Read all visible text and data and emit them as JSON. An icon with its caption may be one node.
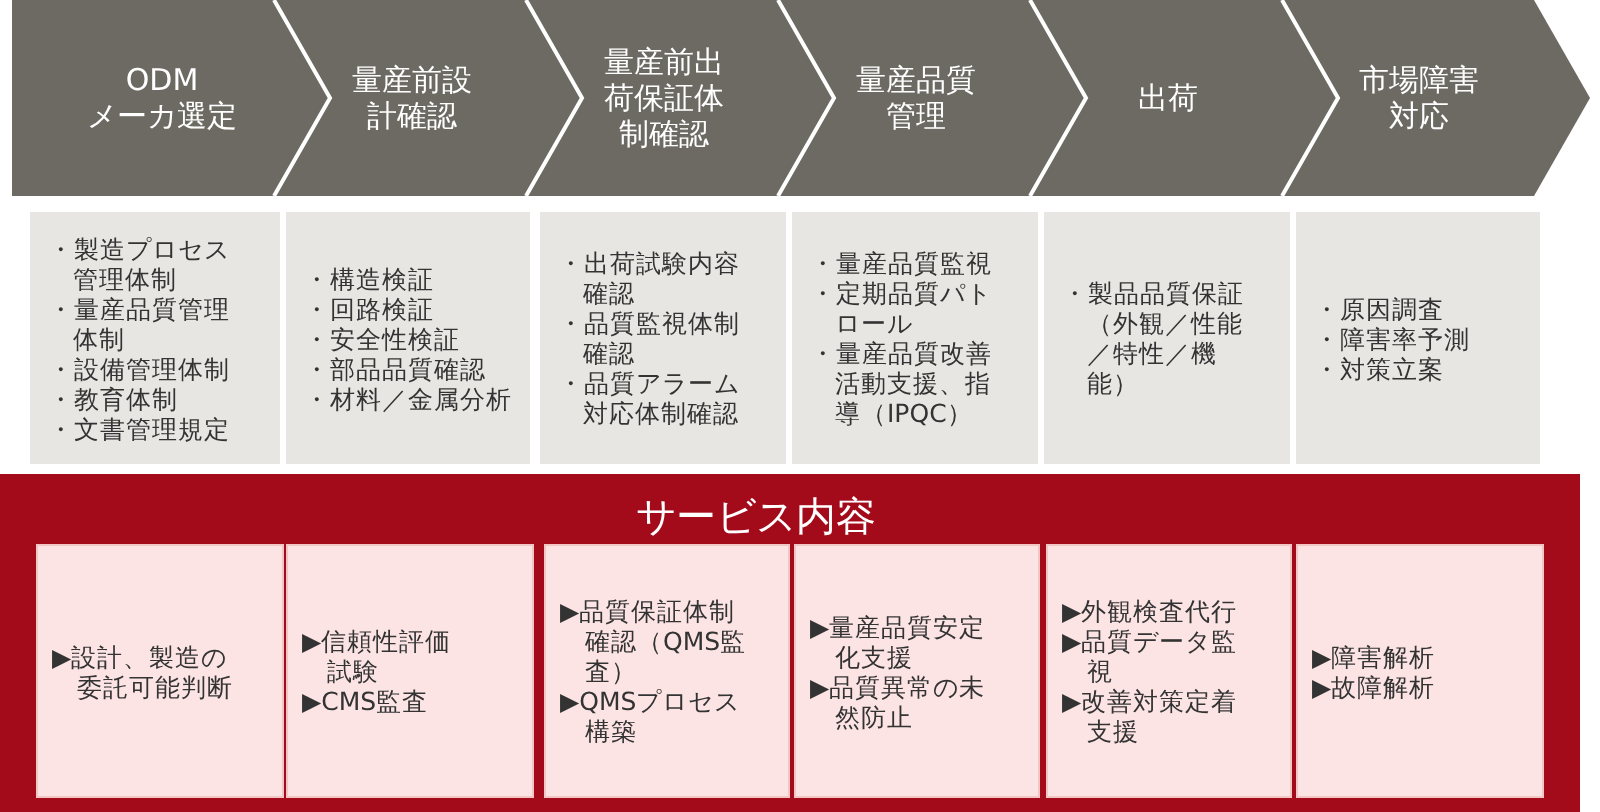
{
  "diagram": {
    "nodes": [
      {
        "text": [
          "ODM メーカ選定"
        ]
      },
      {
        "text": [
          "量産前設計確認"
        ]
      },
      {
        "text": [
          "量産前出荷保証体制確認"
        ]
      },
      {
        "text": [
          "量産品質管理"
        ]
      },
      {
        "text": [
          "出荷"
        ]
      },
      {
        "text": [
          "市場障害対応"
        ]
      },
      {
        "text": [
          "・製造プロセス管理体制",
          "・量産品質管理体制",
          "・設備管理体制",
          "・教育体制",
          "・文書管理規定"
        ]
      },
      {
        "text": [
          "・構造検証",
          "・回路検証",
          "・安全性検証",
          "・部品品質確認",
          "・材料／金属分析"
        ]
      },
      {
        "text": [
          "・出荷試験内容確認",
          "・品質監視体制確認",
          "・品質アラーム対応体制確認"
        ]
      },
      {
        "text": [
          "・量産品質監視",
          "・定期品質パトロール",
          "・量産品質改善活動支援、指導（IPQC）"
        ]
      },
      {
        "text": [
          "・製品品質保証（外観／性能／特性／機能）"
        ]
      },
      {
        "text": [
          "・原因調査",
          "・障害率予測",
          "・対策立案"
        ]
      },
      {
        "text": [
          "サービス内容"
        ]
      },
      {
        "text": [
          "▶設計、製造の委託可能判断"
        ],
        "in": 12
      },
      {
        "text": [
          "▶信頼性評価試験",
          "▶CMS監査"
        ],
        "in": 12
      },
      {
        "text": [
          "▶品質保証体制確認（QMS監査）",
          "▶QMSプロセス構築"
        ],
        "in": 12
      },
      {
        "text": [
          "▶量産品質安定化支援",
          "▶品質異常の未然防止"
        ],
        "in": 12
      },
      {
        "text": [
          "▶外観検査代行",
          "▶品質データ監視",
          "▶改善対策定着支援"
        ],
        "in": 12
      },
      {
        "text": [
          "▶障害解析",
          "▶故障解析"
        ],
        "in": 12
      }
    ]
  }
}
